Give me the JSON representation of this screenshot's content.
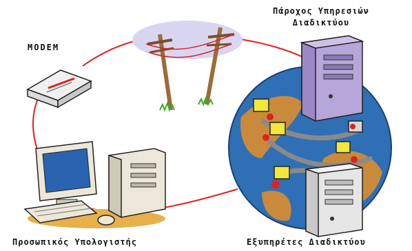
{
  "labels": {
    "modem": "MODEM",
    "isp_line1": "Πάροχος Υπηρεσιών",
    "isp_line2": "Διαδικτύου",
    "pc": "Προσωπικός Υπολογιστής",
    "servers": "Εξυπηρέτες Διαδικτύου"
  },
  "colors": {
    "connection_line": "#e02020",
    "sky_blob": "#d9d6f2",
    "pole_wood": "#9b6b3a",
    "grass": "#3cab2a",
    "globe_ocean": "#2f6fb5",
    "globe_land": "#c98a3c",
    "isp_tower": "#b7a6d9",
    "server_tower": "#e6e6e6",
    "monitor_screen": "#f4e63a",
    "network_node": "#e02020"
  },
  "icons": [
    "modem-icon",
    "telephone-poles-icon",
    "personal-computer-icon",
    "globe-icon",
    "isp-server-icon",
    "internet-server-icon",
    "network-computer-icon"
  ]
}
